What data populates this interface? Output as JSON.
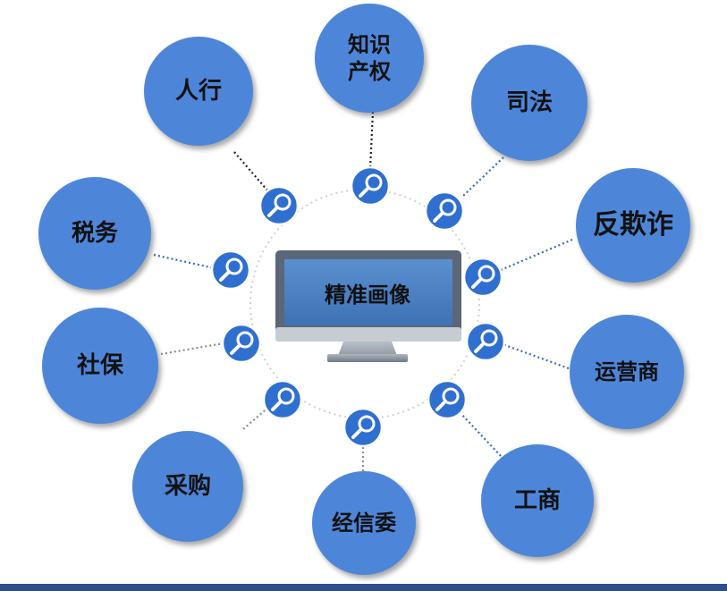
{
  "center": {
    "label": "精准画像"
  },
  "sources": [
    {
      "key": "pbc",
      "label": "人行"
    },
    {
      "key": "ip",
      "label": "知识\n产权"
    },
    {
      "key": "judicial",
      "label": "司法"
    },
    {
      "key": "antifraud",
      "label": "反欺诈"
    },
    {
      "key": "carrier",
      "label": "运营商"
    },
    {
      "key": "business",
      "label": "工商"
    },
    {
      "key": "eitc",
      "label": "经信委"
    },
    {
      "key": "procurement",
      "label": "采购"
    },
    {
      "key": "social",
      "label": "社保"
    },
    {
      "key": "tax",
      "label": "税务"
    }
  ],
  "colors": {
    "node": "#4d86d9",
    "lens_fill": "#2f6fd0",
    "connector_dark": "#222222",
    "connector_blue": "#3a6fb0",
    "connector_gray": "#8c8c8c",
    "ring": "#d0d0d0",
    "screen": "#4a7ebf",
    "bezel": "#5b6677",
    "bottom_bar": "#2e4f8a"
  }
}
